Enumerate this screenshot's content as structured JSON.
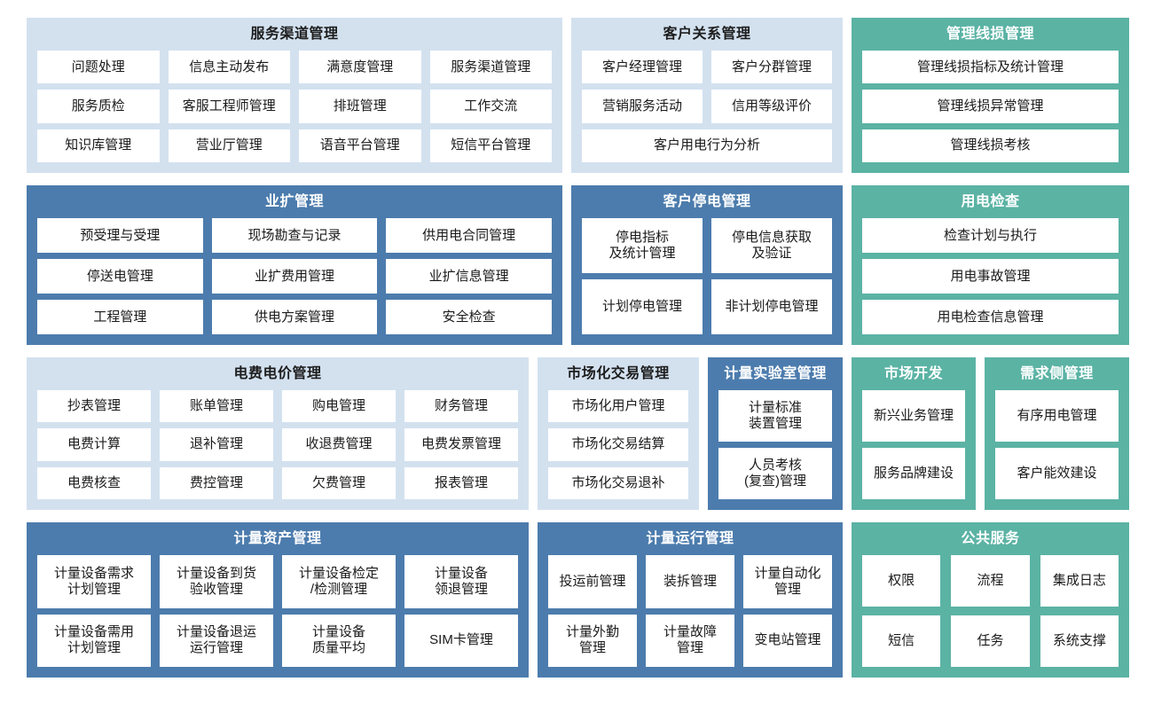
{
  "colors": {
    "light_panel": "#d3e1ef",
    "blue_panel": "#4c7cad",
    "green_panel": "#5bb3a4",
    "tile": "#ffffff",
    "page_background": "#ffffff"
  },
  "rows": [
    {
      "id": "row-1",
      "panels": [
        {
          "id": "service-channel-management",
          "title": "服务渠道管理",
          "theme": "light",
          "tiles": [
            "问题处理",
            "信息主动发布",
            "满意度管理",
            "服务渠道管理",
            "服务质检",
            "客服工程师管理",
            "排班管理",
            "工作交流",
            "知识库管理",
            "营业厅管理",
            "语音平台管理",
            "短信平台管理"
          ]
        },
        {
          "id": "customer-relationship-management",
          "title": "客户关系管理",
          "theme": "light",
          "tiles": [
            "客户经理管理",
            "客户分群管理",
            "营销服务活动",
            "信用等级评价",
            "客户用电行为分析"
          ]
        },
        {
          "id": "management-line-loss-management",
          "title": "管理线损管理",
          "theme": "green",
          "tiles": [
            "管理线损指标及统计管理",
            "管理线损异常管理",
            "管理线损考核"
          ]
        }
      ]
    },
    {
      "id": "row-2",
      "panels": [
        {
          "id": "business-expansion-management",
          "title": "业扩管理",
          "theme": "blue",
          "tiles": [
            "预受理与受理",
            "现场勘查与记录",
            "供用电合同管理",
            "停送电管理",
            "业扩费用管理",
            "业扩信息管理",
            "工程管理",
            "供电方案管理",
            "安全检查"
          ]
        },
        {
          "id": "customer-outage-management",
          "title": "客户停电管理",
          "theme": "blue",
          "tiles": [
            "停电指标\n及统计管理",
            "停电信息获取\n及验证",
            "计划停电管理",
            "非计划停电管理"
          ]
        },
        {
          "id": "power-usage-inspection",
          "title": "用电检查",
          "theme": "green",
          "tiles": [
            "检查计划与执行",
            "用电事故管理",
            "用电检查信息管理"
          ]
        }
      ]
    },
    {
      "id": "row-3",
      "panels": [
        {
          "id": "electricity-fee-and-price-management",
          "title": "电费电价管理",
          "theme": "light",
          "tiles": [
            "抄表管理",
            "账单管理",
            "购电管理",
            "财务管理",
            "电费计算",
            "退补管理",
            "收退费管理",
            "电费发票管理",
            "电费核查",
            "费控管理",
            "欠费管理",
            "报表管理"
          ]
        },
        {
          "id": "market-transaction-management",
          "title": "市场化交易管理",
          "theme": "light",
          "tiles": [
            "市场化用户管理",
            "市场化交易结算",
            "市场化交易退补"
          ]
        },
        {
          "id": "metering-laboratory-management",
          "title": "计量实验室管理",
          "theme": "blue",
          "tiles": [
            "计量标准\n装置管理",
            "人员考核\n(复查)管理"
          ]
        },
        {
          "id": "market-development",
          "title": "市场开发",
          "theme": "green",
          "tiles": [
            "新兴业务管理",
            "服务品牌建设"
          ]
        },
        {
          "id": "demand-side-management",
          "title": "需求侧管理",
          "theme": "green",
          "tiles": [
            "有序用电管理",
            "客户能效建设"
          ]
        }
      ]
    },
    {
      "id": "row-4",
      "panels": [
        {
          "id": "metering-asset-management",
          "title": "计量资产管理",
          "theme": "blue",
          "tiles": [
            "计量设备需求\n计划管理",
            "计量设备到货\n验收管理",
            "计量设备检定\n/检测管理",
            "计量设备\n领退管理",
            "计量设备需用\n计划管理",
            "计量设备退运\n运行管理",
            "计量设备\n质量平均",
            "SIM卡管理"
          ]
        },
        {
          "id": "metering-operation-management",
          "title": "计量运行管理",
          "theme": "blue",
          "tiles": [
            "投运前管理",
            "装拆管理",
            "计量自动化\n管理",
            "计量外勤\n管理",
            "计量故障\n管理",
            "变电站管理"
          ]
        },
        {
          "id": "public-service",
          "title": "公共服务",
          "theme": "green",
          "tiles": [
            "权限",
            "流程",
            "集成日志",
            "短信",
            "任务",
            "系统支撑"
          ]
        }
      ]
    }
  ]
}
